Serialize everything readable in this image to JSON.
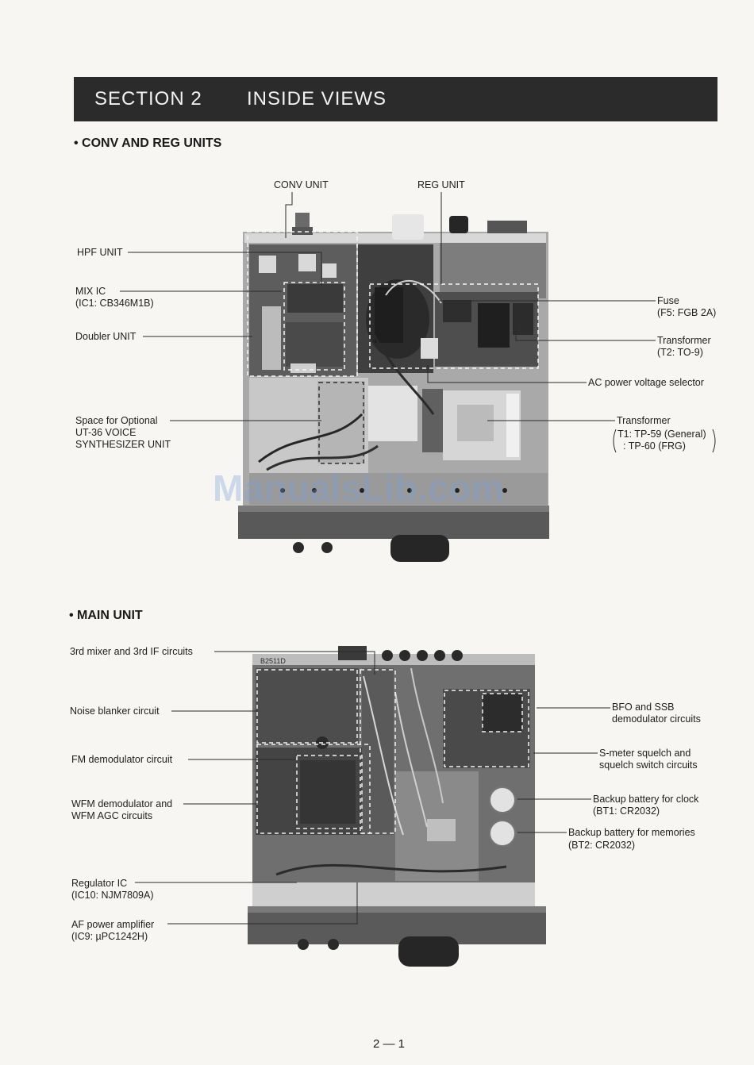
{
  "header": {
    "section_number": "SECTION  2",
    "section_title": "INSIDE VIEWS"
  },
  "conv_reg": {
    "heading": "• CONV AND REG UNITS",
    "labels": {
      "conv_unit": "CONV UNIT",
      "reg_unit": "REG UNIT",
      "hpf_unit": "HPF UNIT",
      "mix_ic_1": "MIX IC",
      "mix_ic_2": "(IC1: CB346M1B)",
      "doubler_unit": "Doubler UNIT",
      "space_1": "Space for Optional",
      "space_2": "UT-36 VOICE",
      "space_3": "SYNTHESIZER UNIT",
      "fuse_1": "Fuse",
      "fuse_2": "(F5: FGB 2A)",
      "transformer_t2_1": "Transformer",
      "transformer_t2_2": "(T2: TO-9)",
      "ac_selector": "AC power voltage selector",
      "transformer_t1_1": "Transformer",
      "transformer_t1_2": "T1: TP-59 (General)",
      "transformer_t1_3": ": TP-60 (FRG)"
    }
  },
  "main_unit": {
    "heading": "• MAIN UNIT",
    "board_marking": "B2511D",
    "labels": {
      "mixer": "3rd mixer and 3rd IF circuits",
      "noise_blanker": "Noise blanker circuit",
      "fm_demod": "FM demodulator circuit",
      "wfm_1": "WFM demodulator and",
      "wfm_2": "WFM AGC circuits",
      "regulator_1": "Regulator IC",
      "regulator_2": "(IC10: NJM7809A)",
      "af_amp_1": "AF power amplifier",
      "af_amp_2": "(IC9: µPC1242H)",
      "bfo_1": "BFO and SSB",
      "bfo_2": "demodulator circuits",
      "smeter_1": "S-meter squelch and",
      "smeter_2": "squelch switch circuits",
      "backup_clock_1": "Backup battery for clock",
      "backup_clock_2": "(BT1: CR2032)",
      "backup_mem_1": "Backup battery for memories",
      "backup_mem_2": "(BT2: CR2032)"
    }
  },
  "watermark": "ManualsLib.com",
  "page_number": "2 — 1"
}
